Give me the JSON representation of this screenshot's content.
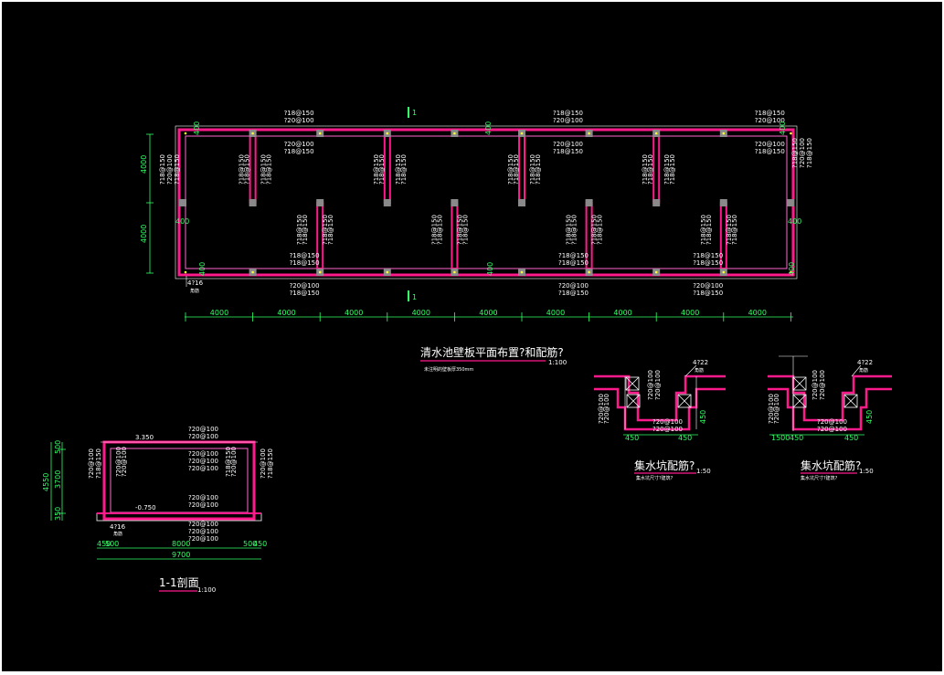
{
  "colors": {
    "background": "#000000",
    "wall": "#ff1a8c",
    "wall_inner": "#ff66cc",
    "dimension": "#33ff66",
    "text": "#ffffff",
    "column": "#8a8a8a",
    "accent": "#ffff33"
  },
  "plan": {
    "section_mark_label": "1",
    "title": "清水池壁板平面布置?和配筋?",
    "scale": "1:100",
    "note": "未注明的壁板厚350mm",
    "bay_dims": [
      "4000",
      "4000",
      "4000",
      "4000",
      "4000",
      "4000",
      "4000",
      "4000",
      "4000"
    ],
    "left_dims": [
      "4000",
      "4000"
    ],
    "wall_label": "400",
    "corner_rebar": "4?16",
    "corner_rebar_sub": "角筋",
    "rebar_top": [
      "?18@150",
      "?20@100"
    ],
    "rebar_stub": [
      "?18@150",
      "?18@150"
    ],
    "rebar_side": [
      "?18@150",
      "?20@100",
      "?18@150"
    ]
  },
  "pit_left": {
    "title": "集水坑配筋?",
    "scale": "1:50",
    "note": "集水坑尺寸?建筑?",
    "corner": "4?22",
    "corner_sub": "角筋",
    "rebar": [
      "?20@100",
      "?20@100",
      "?20@100"
    ],
    "dims": [
      "450",
      "450",
      "450"
    ]
  },
  "pit_right": {
    "title": "集水坑配筋?",
    "scale": "1:50",
    "note": "集水坑尺寸?建筑?",
    "corner": "4?22",
    "corner_sub": "角筋",
    "rebar": [
      "?20@100",
      "?20@100",
      "?20@100"
    ],
    "dims": [
      "1500",
      "450",
      "450",
      "450"
    ]
  },
  "section": {
    "title": "1-1剖面",
    "scale": "1:100",
    "top_level": "3.350",
    "bottom_level": "-0.750",
    "left_dims": [
      "4550",
      "500",
      "3700",
      "350"
    ],
    "bottom_dims": [
      "450",
      "500",
      "8000",
      "500",
      "450"
    ],
    "total": "9700",
    "rebar_top": [
      "?20@100",
      "?20@100",
      "?20@100"
    ],
    "rebar_bottom": [
      "?20@100",
      "?20@100",
      "?20@100"
    ],
    "rebar_walls": [
      "?20@100",
      "?18@150",
      "?20@100"
    ],
    "corner_rebar": "4?16",
    "corner_rebar_sub": "角筋"
  }
}
